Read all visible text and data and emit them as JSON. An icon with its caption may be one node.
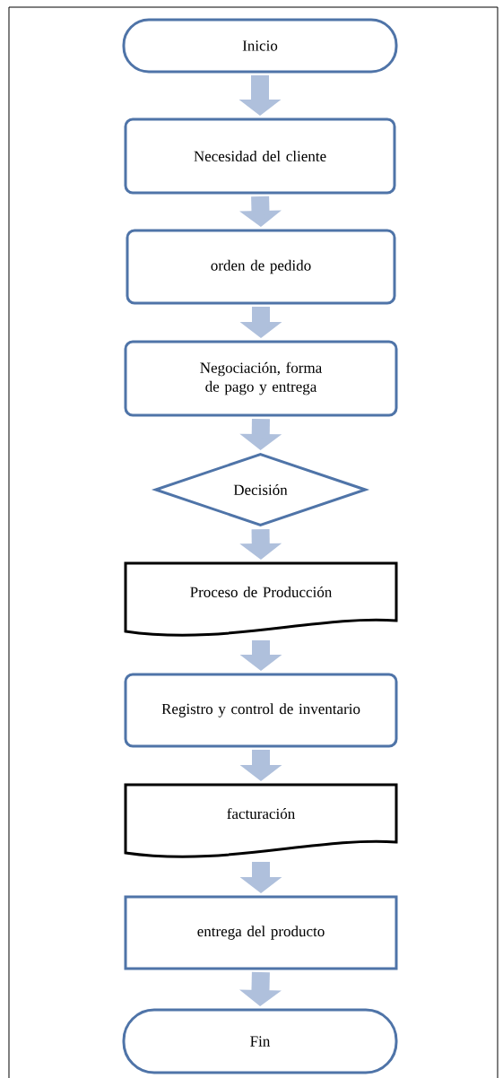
{
  "diagram": {
    "nodes": [
      {
        "text": [
          "Inicio"
        ]
      },
      {
        "text": [
          "Necesidad del cliente"
        ]
      },
      {
        "text": [
          "orden de pedido"
        ]
      },
      {
        "text": [
          "Negociación, forma de pago y entrega"
        ]
      },
      {
        "text": [
          "Decisión"
        ]
      },
      {
        "text": [
          "Proceso de Producción"
        ]
      },
      {
        "text": [
          "Registro y control de inventario"
        ]
      },
      {
        "text": [
          "facturación"
        ]
      },
      {
        "text": [
          "entrega del producto"
        ]
      },
      {
        "text": [
          "Fin"
        ]
      }
    ],
    "edges": [
      {
        "from": 0,
        "to": 1,
        "arrow": "to"
      },
      {
        "from": 1,
        "to": 2,
        "arrow": "to"
      },
      {
        "from": 2,
        "to": 3,
        "arrow": "to"
      },
      {
        "from": 3,
        "to": 4,
        "arrow": "to"
      },
      {
        "from": 4,
        "to": 5,
        "arrow": "to"
      },
      {
        "from": 5,
        "to": 6,
        "arrow": "to"
      },
      {
        "from": 6,
        "to": 7,
        "arrow": "to"
      },
      {
        "from": 7,
        "to": 8,
        "arrow": "to"
      },
      {
        "from": 8,
        "to": 9,
        "arrow": "to"
      }
    ]
  }
}
